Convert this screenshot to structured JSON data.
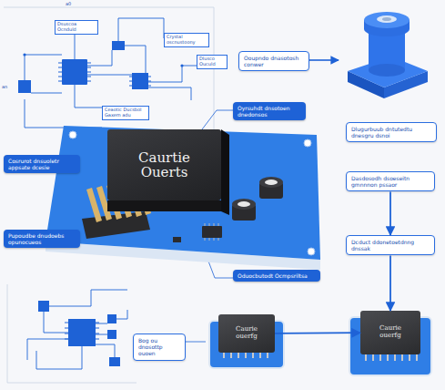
{
  "diagram": {
    "nodes": [
      {
        "text": [
          "Dsuscoa Ocnduld"
        ]
      },
      {
        "text": [
          "Crystal oscnustoony"
        ]
      },
      {
        "text": [
          "Dlusco Ouculd"
        ]
      },
      {
        "text": [
          "Ooupndo dnasotosh conwer"
        ]
      },
      {
        "text": [
          "Oyrsuhdt dnsotoen dnedonsos"
        ]
      },
      {
        "text": [
          "Ceaotic Ducsbol Gaxem adu"
        ]
      },
      {
        "text": [
          "Dlugurbuub dntutedtu dnesgru dsnoi"
        ]
      },
      {
        "text": [
          "Cosrurot dnsuoletr appsate dcesie"
        ]
      },
      {
        "text": [
          "Caurtie Ouerts"
        ]
      },
      {
        "text": [
          "Dasdosodh dsoeseitn gmnnnon pssaor"
        ]
      },
      {
        "text": [
          "Pupoudbe dnudoebs opunocueos"
        ]
      },
      {
        "text": [
          "Dcduct ddonetoetdnng dnssak"
        ]
      },
      {
        "text": [
          "Oduocbutodt Ocmpsriltsa"
        ]
      },
      {
        "text": [
          "Bog ou dnosottp ouoen"
        ]
      },
      {
        "text": [
          "Caurie ouerfg"
        ]
      },
      {
        "text": [
          "Caurie ouerfg"
        ]
      }
    ],
    "edges": [
      {
        "from": 9,
        "to": 11,
        "arrow": "to"
      },
      {
        "from": 11,
        "to": 15,
        "arrow": "to"
      },
      {
        "from": 14,
        "to": 15,
        "arrow": "to"
      }
    ],
    "labels": [
      "a0",
      "an"
    ]
  }
}
